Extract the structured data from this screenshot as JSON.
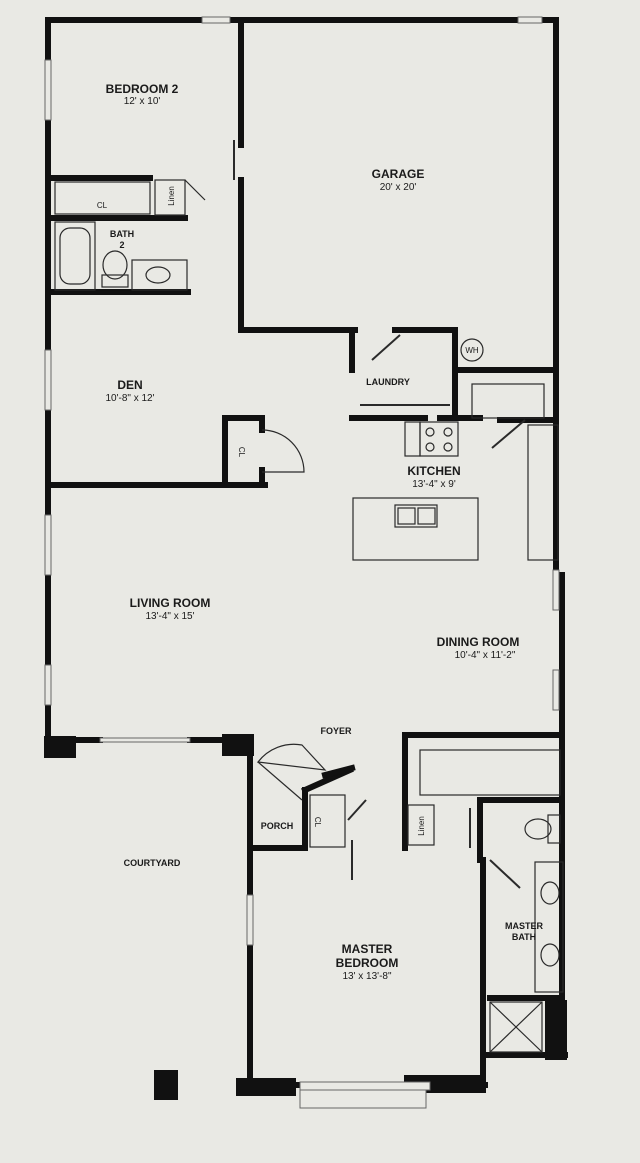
{
  "rooms": {
    "bedroom2": {
      "name": "BEDROOM 2",
      "dim": "12' x 10'"
    },
    "bath2": {
      "name": "BATH",
      "num": "2"
    },
    "garage": {
      "name": "GARAGE",
      "dim": "20' x 20'"
    },
    "den": {
      "name": "DEN",
      "dim": "10'-8\" x 12'"
    },
    "laundry": {
      "name": "LAUNDRY"
    },
    "kitchen": {
      "name": "KITCHEN",
      "dim": "13'-4\" x 9'"
    },
    "living": {
      "name": "LIVING ROOM",
      "dim": "13'-4\" x 15'"
    },
    "dining": {
      "name": "DINING ROOM",
      "dim": "10'-4\" x 11'-2\""
    },
    "foyer": {
      "name": "FOYER"
    },
    "porch": {
      "name": "PORCH"
    },
    "courtyard": {
      "name": "COURTYARD"
    },
    "master_bedroom": {
      "line1": "MASTER",
      "line2": "BEDROOM",
      "dim": "13' x 13'-8\""
    },
    "master_bath": {
      "line1": "MASTER",
      "line2": "BATH"
    }
  },
  "fixtures": {
    "closet": "CL",
    "linen": "Linen",
    "water_heater": "WH"
  },
  "colors": {
    "wall": "#111111",
    "paper": "#e9e9e4",
    "fixture": "#2a2a2a"
  }
}
